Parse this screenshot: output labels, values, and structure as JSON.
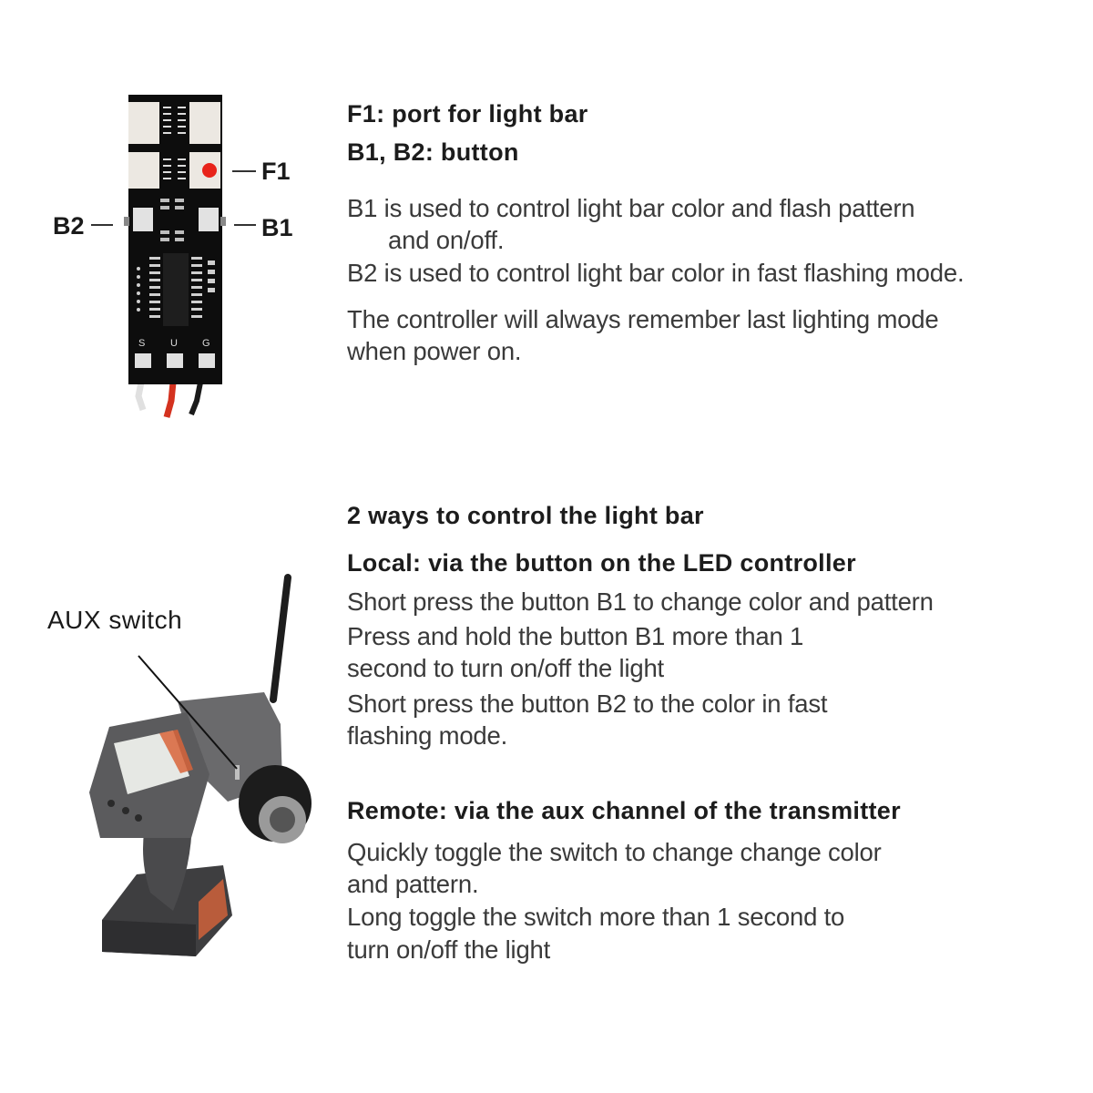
{
  "top_section": {
    "heading_lines": [
      "F1: port for light bar",
      "B1, B2: button"
    ],
    "b1_description": [
      "B1 is used to control light bar color and flash pattern",
      "and on/off."
    ],
    "b2_description": "B2 is used to control light bar color in fast flashing mode.",
    "memory_note": [
      "The controller will always remember last lighting mode",
      "when power on."
    ],
    "pcb_labels": {
      "f1": "F1",
      "b1": "B1",
      "b2": "B2",
      "pins": [
        "S",
        "U",
        "G"
      ]
    },
    "colors": {
      "pcb": "#0d0d0d",
      "led_pad": "#ece8e2",
      "f1_port": "#e8231a",
      "wire_signal": "#e6e6e6",
      "wire_power": "#d4321f",
      "wire_ground": "#1a1a1a"
    }
  },
  "bottom_section": {
    "title": "2 ways to control the light bar",
    "local": {
      "heading": "Local: via the button on the LED controller",
      "lines": [
        "Short press the button B1 to change color and pattern",
        "Press and hold the button B1 more than 1",
        "second to turn on/off the light",
        "Short press the button B2 to the color in fast",
        "flashing mode."
      ]
    },
    "remote": {
      "heading": "Remote: via the aux channel of the transmitter",
      "lines": [
        "Quickly toggle the switch to change change color",
        "and pattern.",
        "Long toggle the switch more than 1 second to",
        "turn on/off the light"
      ]
    },
    "transmitter_label": "AUX switch",
    "colors": {
      "body": "#5b5b5d",
      "accent": "#d8643a",
      "screen": "#e6e8e4"
    }
  }
}
